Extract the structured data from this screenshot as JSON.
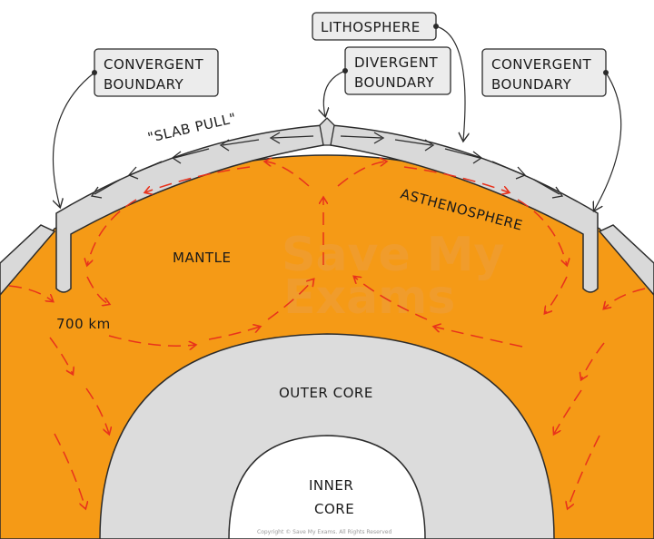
{
  "colors": {
    "mantle": "#f59a16",
    "core": "#dcdcdc",
    "plate": "#d9d9d9",
    "arrow": "#e8321c",
    "stroke": "#2b2b2b",
    "label_box": "#ececec"
  },
  "labels": {
    "lithosphere": "LITHOSPHERE",
    "divergent": [
      "DIVERGENT",
      "BOUNDARY"
    ],
    "convergent_left": [
      "CONVERGENT",
      "BOUNDARY"
    ],
    "convergent_right": [
      "CONVERGENT",
      "BOUNDARY"
    ],
    "slab_pull": "\"SLAB PULL\"",
    "asthenosphere": "ASTHENOSPHERE",
    "mantle": "MANTLE",
    "depth": "700 km",
    "outer_core": "OUTER CORE",
    "inner_core": [
      "INNER",
      "CORE"
    ]
  },
  "watermark": [
    "Save My",
    "Exams"
  ],
  "copyright": "Copyright © Save My Exams. All Rights Reserved"
}
